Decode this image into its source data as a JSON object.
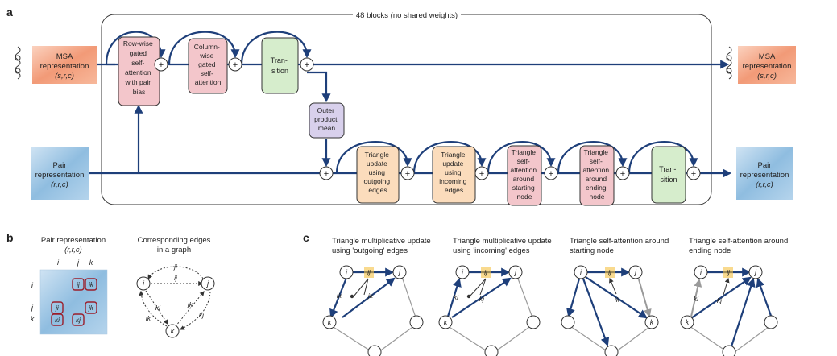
{
  "panel_a": {
    "label": "a",
    "blocks_caption": "48 blocks (no shared weights)",
    "msa_input": [
      "MSA",
      "representation",
      "(s,r,c)"
    ],
    "msa_output": [
      "MSA",
      "representation",
      "(s,r,c)"
    ],
    "pair_input": [
      "Pair",
      "representation",
      "(r,r,c)"
    ],
    "pair_output": [
      "Pair",
      "representation",
      "(r,r,c)"
    ],
    "boxes": {
      "row_attention": [
        "Row-wise",
        "gated",
        "self-",
        "attention",
        "with pair",
        "bias"
      ],
      "column_attention": [
        "Column-",
        "wise",
        "gated",
        "self-",
        "attention"
      ],
      "msa_transition": [
        "Tran-",
        "sition"
      ],
      "outer_product_mean": [
        "Outer",
        "product",
        "mean"
      ],
      "tri_update_outgoing": [
        "Triangle",
        "update",
        "using",
        "outgoing",
        "edges"
      ],
      "tri_update_incoming": [
        "Triangle",
        "update",
        "using",
        "incoming",
        "edges"
      ],
      "tri_attn_starting": [
        "Triangle",
        "self-",
        "attention",
        "around",
        "starting",
        "node"
      ],
      "tri_attn_ending": [
        "Triangle",
        "self-",
        "attention",
        "around",
        "ending",
        "node"
      ],
      "pair_transition": [
        "Tran-",
        "sition"
      ]
    },
    "plus_symbol": "+"
  },
  "panel_b": {
    "label": "b",
    "matrix_title": [
      "Pair representation",
      "(r,r,c)"
    ],
    "col_labels": [
      "i",
      "j",
      "k"
    ],
    "row_labels": [
      "i",
      "j",
      "k"
    ],
    "cell_labels": [
      "ij",
      "ik",
      "ji",
      "jk",
      "ki",
      "kj"
    ],
    "graph_title": [
      "Corresponding edges",
      "in a graph"
    ],
    "nodes": [
      "i",
      "j",
      "k"
    ],
    "edges": [
      "ji",
      "ij",
      "ki",
      "ik",
      "jk",
      "kj"
    ]
  },
  "panel_c": {
    "label": "c",
    "subpanels": [
      {
        "title": [
          "Triangle multiplicative update",
          "using 'outgoing' edges"
        ],
        "labels": [
          "i",
          "ij",
          "j",
          "ik",
          "jk",
          "k"
        ]
      },
      {
        "title": [
          "Triangle multiplicative update",
          "using 'incoming' edges"
        ],
        "labels": [
          "i",
          "ij",
          "j",
          "ki",
          "kj",
          "k"
        ]
      },
      {
        "title": [
          "Triangle self-attention around",
          "starting node"
        ],
        "labels": [
          "i",
          "ij",
          "j",
          "ik",
          "k"
        ]
      },
      {
        "title": [
          "Triangle self-attention around",
          "ending node"
        ],
        "labels": [
          "i",
          "ij",
          "j",
          "ki",
          "kj",
          "k"
        ]
      }
    ]
  },
  "colors": {
    "wire": "#1e3f7a",
    "row_col_attention": "#f3c6cb",
    "transition": "#d6edcc",
    "outer_product": "#d8d0ec",
    "triangle_update": "#fbdcbc",
    "triangle_attention": "#f3c6cb",
    "msa_heat": "#f29a77",
    "pair_heat": "#8fbde0",
    "highlight_edge": "#f5c242",
    "cell_outline": "#9b1d2a"
  }
}
